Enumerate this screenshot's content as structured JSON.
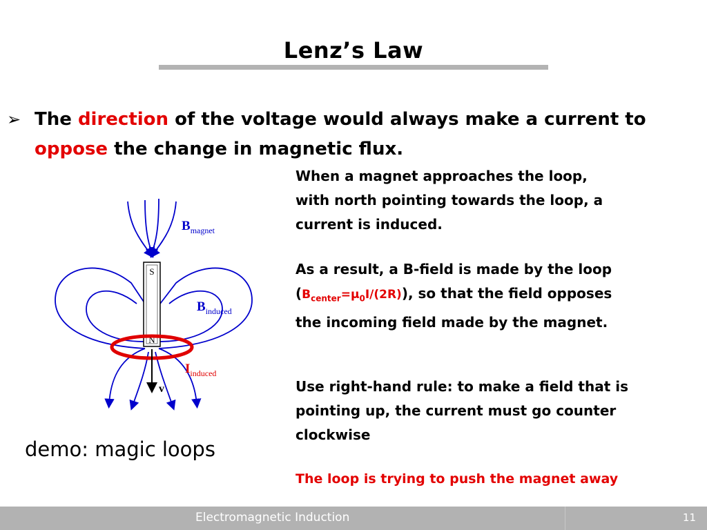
{
  "slide": {
    "title": "Lenz’s Law",
    "bullet": {
      "marker": "➢",
      "parts": [
        "The ",
        "direction",
        " of the voltage would always make a current to ",
        "oppose",
        " the change in magnetic flux."
      ]
    },
    "paragraph1": "When a magnet approaches the loop, with north pointing towards the loop, a current is induced.",
    "paragraph2": {
      "before": "As a result, a B-field is made by the loop (",
      "formula": {
        "b": "B",
        "sub": "center",
        "eq": "=μ",
        "zero": "0",
        "rest": "I/(2R)"
      },
      "after": "), so that the field opposes the incoming field made by the magnet."
    },
    "paragraph3": "Use right-hand rule: to make a field that is pointing up, the current must go counter clockwise",
    "paragraph4": "The loop is trying to push the magnet away",
    "demo": "demo: magic loops"
  },
  "diagram": {
    "labels": {
      "b_magnet": "B",
      "b_magnet_sub": "magnet",
      "b_induced": "B",
      "b_induced_sub": "induced",
      "i_induced": "I",
      "i_induced_sub": "induced",
      "south": "S",
      "north": "N",
      "velocity": "v"
    },
    "colors": {
      "field": "#0000cc",
      "loop": "#e00000",
      "magnet": "#000000"
    }
  },
  "footer": {
    "title": "Electromagnetic Induction",
    "page": "11"
  }
}
